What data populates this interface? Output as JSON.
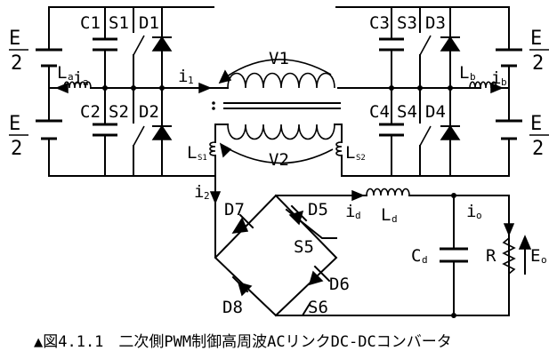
{
  "source": {
    "E": "E",
    "two": "2"
  },
  "components": {
    "c1": "C1",
    "c2": "C2",
    "c3": "C3",
    "c4": "C4",
    "s1": "S1",
    "s2": "S2",
    "s3": "S3",
    "s4": "S4",
    "s5": "S5",
    "s6": "S6",
    "d1": "D1",
    "d2": "D2",
    "d3": "D3",
    "d4": "D4",
    "d5": "D5",
    "d6": "D6",
    "d7": "D7",
    "d8": "D8",
    "v1": "V1",
    "v2": "V2",
    "la": "L",
    "la_sub": "a",
    "lb": "L",
    "lb_sub": "b",
    "ia": "i",
    "ia_sub": "a",
    "ib": "i",
    "ib_sub": "b",
    "i1": "i",
    "i1_sub": "1",
    "i2": "i",
    "i2_sub": "2",
    "id": "i",
    "id_sub": "d",
    "io": "i",
    "io_sub": "o",
    "ld": "L",
    "ld_sub": "d",
    "ls1": "L",
    "ls1_sub": "S1",
    "ls2": "L",
    "ls2_sub": "S2",
    "cd": "C",
    "cd_sub": "d",
    "r": "R",
    "eo": "E",
    "eo_sub": "o"
  },
  "caption": "▲図4.1.1　二次側PWM制御高周波ACリンクDC-DCコンバータ"
}
